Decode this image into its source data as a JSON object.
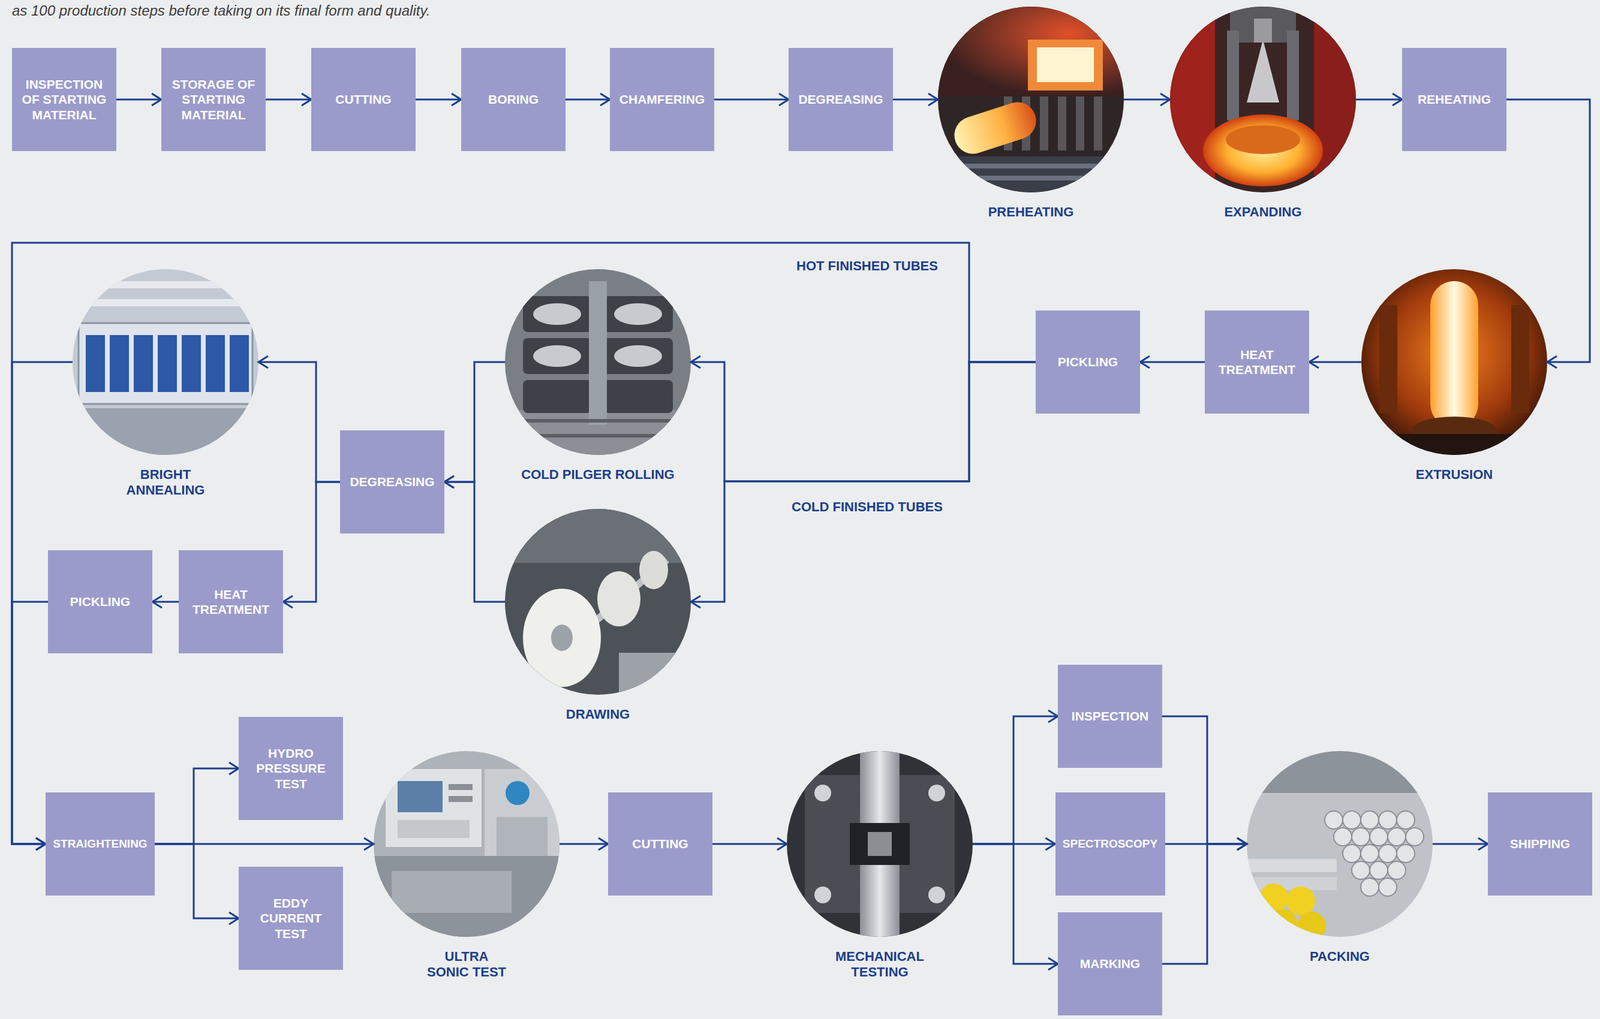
{
  "diagram": {
    "caption": "as 100 production steps before taking on its final form and quality.",
    "nodes": [
      {
        "text": [
          "INSPECTION OF STARTING MATERIAL"
        ]
      },
      {
        "text": [
          "STORAGE OF STARTING MATERIAL"
        ]
      },
      {
        "text": [
          "CUTTING"
        ]
      },
      {
        "text": [
          "BORING"
        ]
      },
      {
        "text": [
          "CHAMFERING"
        ]
      },
      {
        "text": [
          "DEGREASING"
        ]
      },
      {
        "text": [
          "PREHEATING"
        ]
      },
      {
        "text": [
          "EXPANDING"
        ]
      },
      {
        "text": [
          "REHEATING"
        ]
      },
      {
        "text": [
          "EXTRUSION"
        ]
      },
      {
        "text": [
          "HEAT TREATMENT"
        ]
      },
      {
        "text": [
          "PICKLING"
        ]
      },
      {
        "text": [
          "COLD PILGER ROLLING"
        ]
      },
      {
        "text": [
          "DRAWING"
        ]
      },
      {
        "text": [
          "DEGREASING"
        ]
      },
      {
        "text": [
          "BRIGHT ANNEALING"
        ]
      },
      {
        "text": [
          "HEAT TREATMENT"
        ]
      },
      {
        "text": [
          "PICKLING"
        ]
      },
      {
        "text": [
          "STRAIGHTENING"
        ]
      },
      {
        "text": [
          "HYDRO PRESSURE TEST"
        ]
      },
      {
        "text": [
          "EDDY CURRENT TEST"
        ]
      },
      {
        "text": [
          "ULTRA SONIC TEST"
        ]
      },
      {
        "text": [
          "CUTTING"
        ]
      },
      {
        "text": [
          "MECHANICAL TESTING"
        ]
      },
      {
        "text": [
          "INSPECTION"
        ]
      },
      {
        "text": [
          "SPECTROSCOPY"
        ]
      },
      {
        "text": [
          "MARKING"
        ]
      },
      {
        "text": [
          "PACKING"
        ]
      },
      {
        "text": [
          "SHIPPING"
        ]
      }
    ],
    "edges": [
      {
        "from": 0,
        "to": 1,
        "arrow": "to"
      },
      {
        "from": 1,
        "to": 2,
        "arrow": "to"
      },
      {
        "from": 2,
        "to": 3,
        "arrow": "to"
      },
      {
        "from": 3,
        "to": 4,
        "arrow": "to"
      },
      {
        "from": 4,
        "to": 5,
        "arrow": "to"
      },
      {
        "from": 5,
        "to": 6,
        "arrow": "to"
      },
      {
        "from": 6,
        "to": 7,
        "arrow": "to"
      },
      {
        "from": 7,
        "to": 8,
        "arrow": "to"
      },
      {
        "from": 8,
        "to": 9,
        "arrow": "to"
      },
      {
        "from": 9,
        "to": 10,
        "arrow": "to"
      },
      {
        "from": 10,
        "to": 11,
        "arrow": "to"
      },
      {
        "from": 11,
        "to": 18,
        "label": "HOT FINISHED TUBES",
        "arrow": "to"
      },
      {
        "from": 11,
        "to": 12,
        "label": "COLD FINISHED TUBES",
        "arrow": "to"
      },
      {
        "from": 11,
        "to": 13,
        "arrow": "to"
      },
      {
        "from": 12,
        "to": 14,
        "arrow": "to"
      },
      {
        "from": 13,
        "to": 14,
        "arrow": "to"
      },
      {
        "from": 14,
        "to": 15,
        "arrow": "to"
      },
      {
        "from": 14,
        "to": 16,
        "arrow": "to"
      },
      {
        "from": 16,
        "to": 17,
        "arrow": "to"
      },
      {
        "from": 15,
        "to": 18,
        "arrow": "to"
      },
      {
        "from": 17,
        "to": 18,
        "arrow": "to"
      },
      {
        "from": 18,
        "to": 19,
        "arrow": "to"
      },
      {
        "from": 18,
        "to": 20,
        "arrow": "to"
      },
      {
        "from": 18,
        "to": 21,
        "arrow": "to"
      },
      {
        "from": 21,
        "to": 22,
        "arrow": "to"
      },
      {
        "from": 22,
        "to": 23,
        "arrow": "to"
      },
      {
        "from": 23,
        "to": 24,
        "arrow": "to"
      },
      {
        "from": 23,
        "to": 25,
        "arrow": "to"
      },
      {
        "from": 23,
        "to": 26,
        "arrow": "to"
      },
      {
        "from": 24,
        "to": 27,
        "arrow": "to"
      },
      {
        "from": 25,
        "to": 27,
        "arrow": "to"
      },
      {
        "from": 26,
        "to": 27,
        "arrow": "to"
      },
      {
        "from": 27,
        "to": 28,
        "arrow": "to"
      }
    ]
  }
}
